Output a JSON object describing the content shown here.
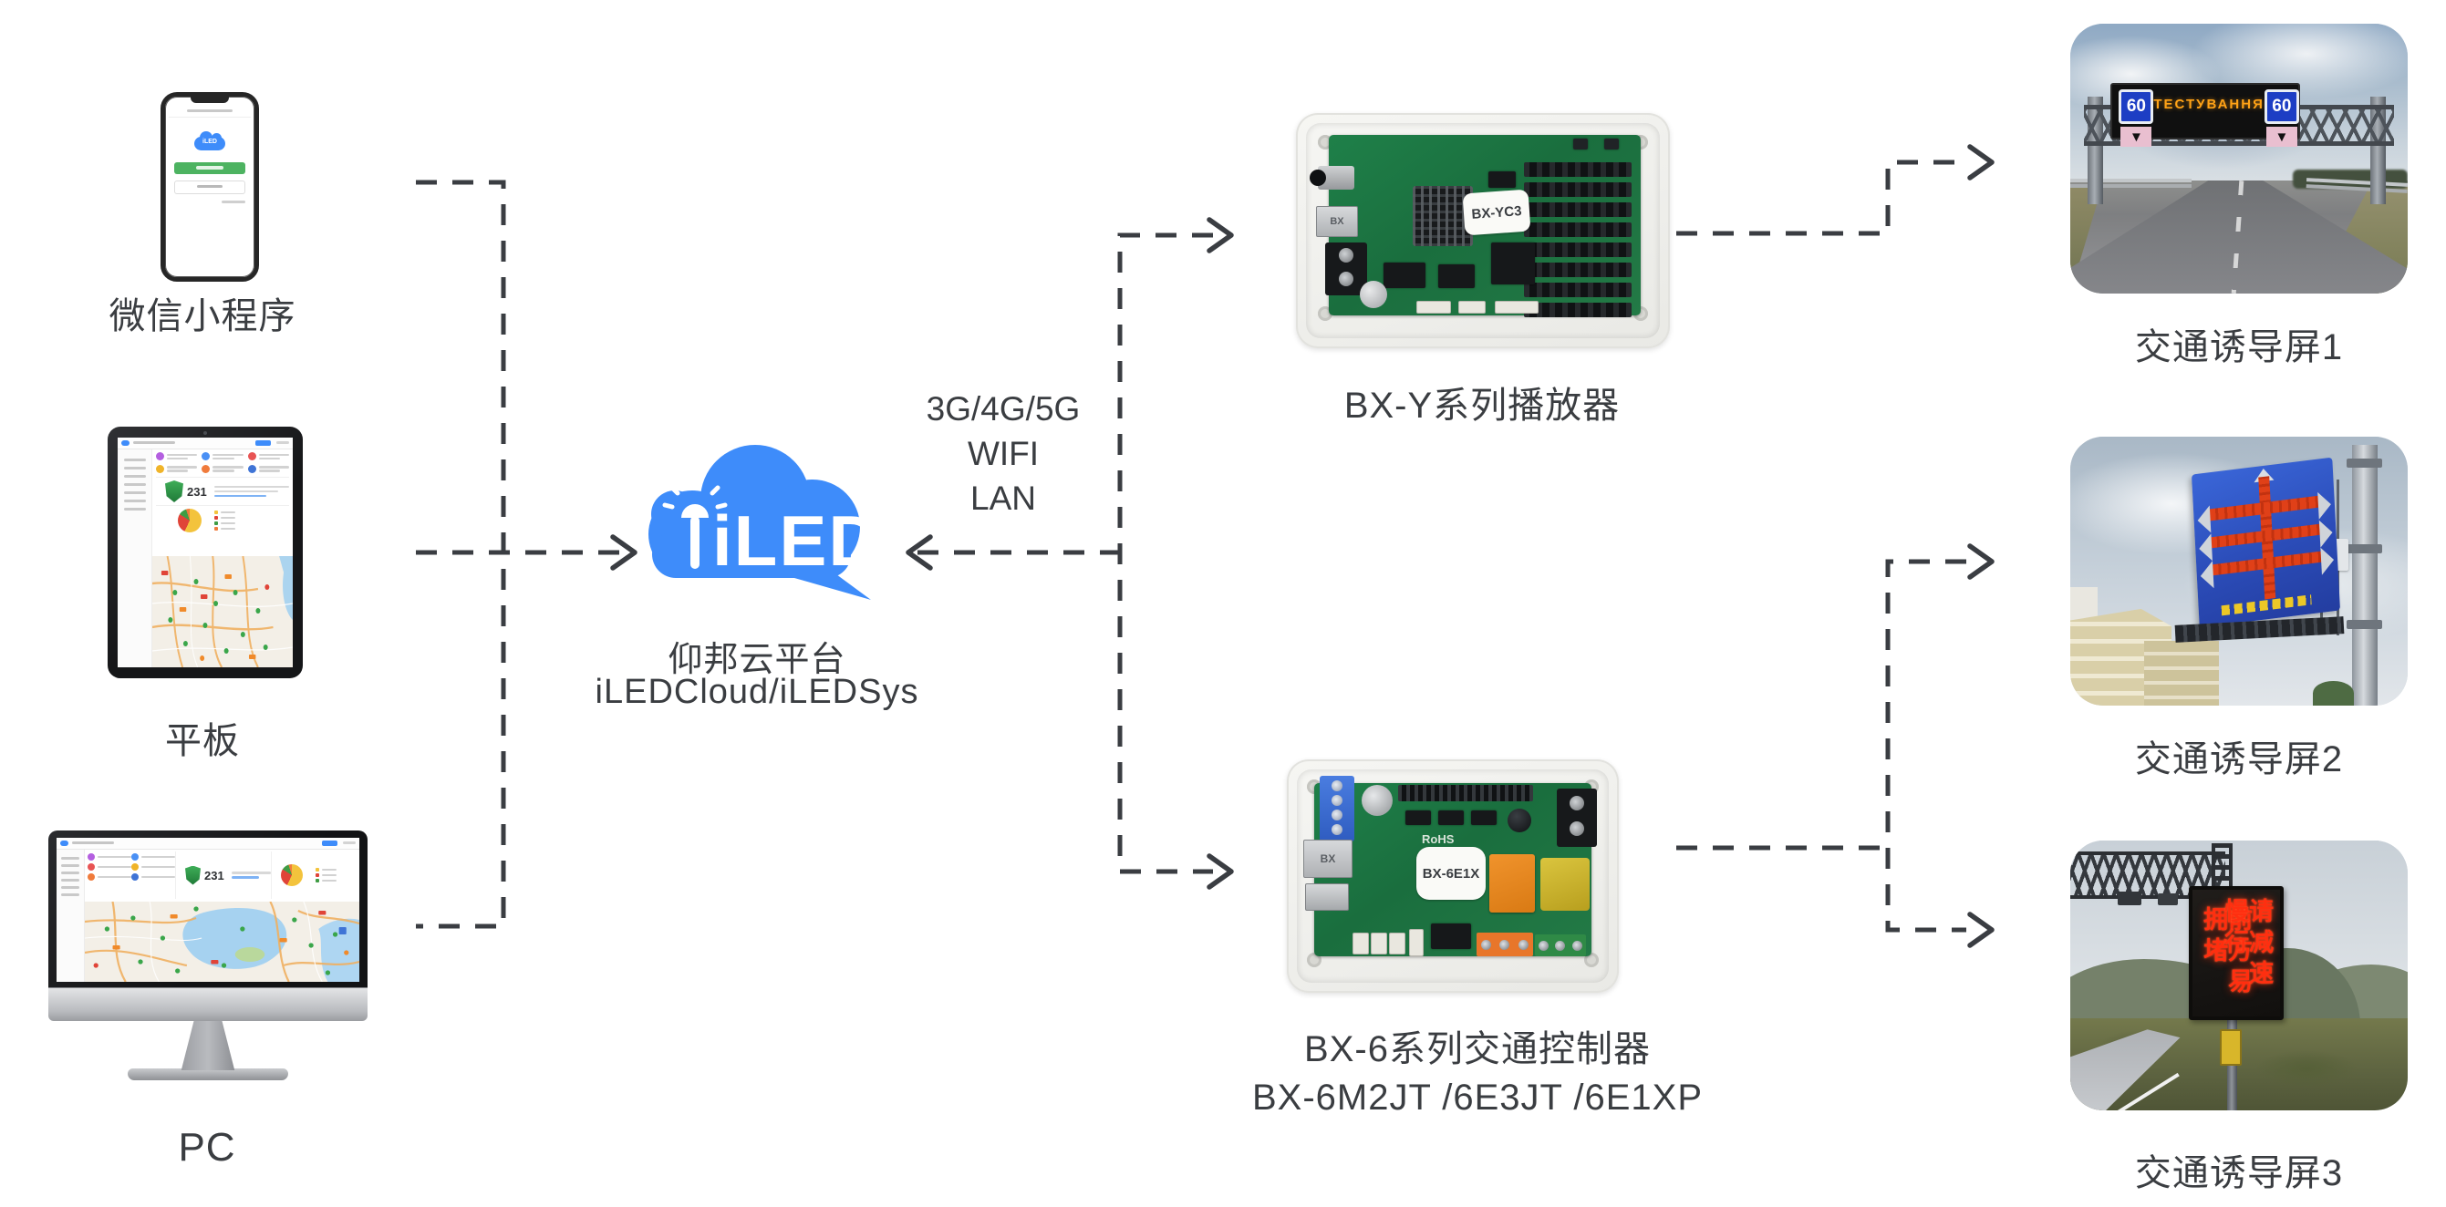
{
  "colors": {
    "background": "#FFFFFF",
    "text": "#3A3D41",
    "wire": "#3A3D42",
    "accent_blue": "#3E8CFA",
    "pcb_green": "#1E7A44",
    "led_red": "#FF2F10",
    "led_amber": "#FFA216",
    "guidance_sign_blue": "#2B4CB8"
  },
  "left_devices": {
    "wechat": {
      "label": "微信小程序"
    },
    "tablet": {
      "label": "平板",
      "dashboard": {
        "shield_value": "231"
      }
    },
    "pc": {
      "label": "PC",
      "dashboard": {
        "shield_value": "231"
      }
    }
  },
  "cloud": {
    "logo_text": "iLED",
    "title": "仰邦云平台",
    "subtitle": "iLEDCloud/iLEDSys"
  },
  "uplink": {
    "lines": [
      "3G/4G/5G",
      "WIFI",
      "LAN"
    ]
  },
  "controllers": {
    "player": {
      "label": "BX-Y系列播放器",
      "board_marking": "BX-YC3",
      "port_marking": "BX"
    },
    "traffic": {
      "label": "BX-6系列交通控制器",
      "models": "BX-6M2JT /6E3JT /6E1XP",
      "board_marking": "BX-6E1X",
      "cert_marking": "RoHS",
      "port_marking": "BX"
    }
  },
  "screens": [
    {
      "label": "交通诱导屏1",
      "speed_sign": "60",
      "message": "ТЕСТУВАННЯ"
    },
    {
      "label": "交通诱导屏2"
    },
    {
      "label": "交通诱导屏3",
      "led_columns": [
        "前方易拥堵",
        "请减速慢行"
      ]
    }
  ],
  "icons": {
    "down_arrow": "▼"
  }
}
